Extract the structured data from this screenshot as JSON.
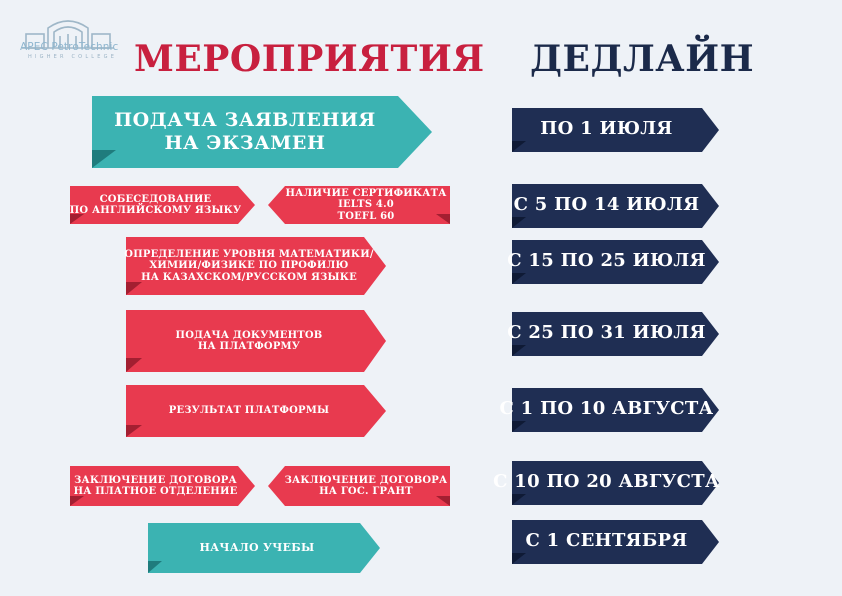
{
  "logo": {
    "name": "APEC PetroTechnic",
    "subtitle": "HIGHER COLLEGE"
  },
  "headings": {
    "events": "МЕРОПРИЯТИЯ",
    "deadline": "ДЕДЛАЙН"
  },
  "events": {
    "application": [
      "ПОДАЧА ЗАЯВЛЕНИЯ",
      "НА ЭКЗАМЕН"
    ],
    "interview": [
      "СОБЕСЕДОВАНИЕ",
      "ПО АНГЛИЙСКОМУ ЯЗЫКУ"
    ],
    "certificate": [
      "НАЛИЧИЕ СЕРТИФИКАТА",
      "IELTS 4.0",
      "TOEFL 60"
    ],
    "level_test": [
      "ОПРЕДЕЛЕНИЕ УРОВНЯ МАТЕМАТИКИ/",
      "ХИМИИ/ФИЗИКЕ ПО ПРОФИЛЮ",
      "НА КАЗАХСКОМ/РУССКОМ ЯЗЫКЕ"
    ],
    "documents": [
      "ПОДАЧА ДОКУМЕНТОВ",
      "НА ПЛАТФОРМУ"
    ],
    "platform_result": [
      "РЕЗУЛЬТАТ ПЛАТФОРМЫ"
    ],
    "contract_paid": [
      "ЗАКЛЮЧЕНИЕ ДОГОВОРА",
      "НА ПЛАТНОЕ ОТДЕЛЕНИЕ"
    ],
    "contract_grant": [
      "ЗАКЛЮЧЕНИЕ ДОГОВОРА",
      "НА ГОС. ГРАНТ"
    ],
    "study_start": [
      "НАЧАЛО УЧЕБЫ"
    ]
  },
  "deadlines": [
    "ПО 1 ИЮЛЯ",
    "С 5 ПО 14 ИЮЛЯ",
    "С 15 ПО 25 ИЮЛЯ",
    "С 25 ПО 31 ИЮЛЯ",
    "С 1 ПО 10 АВГУСТА",
    "С 10 ПО 20 АВГУСТА",
    "С 1 СЕНТЯБРЯ"
  ],
  "colors": {
    "teal": "#3bb3b2",
    "teal_fold": "#1f7c7d",
    "red": "#e83a4f",
    "red_fold": "#a31f31",
    "navy": "#1f2e53",
    "navy_fold": "#0f1a35",
    "heading_red": "#c8203f",
    "heading_navy": "#1b2a4a"
  }
}
